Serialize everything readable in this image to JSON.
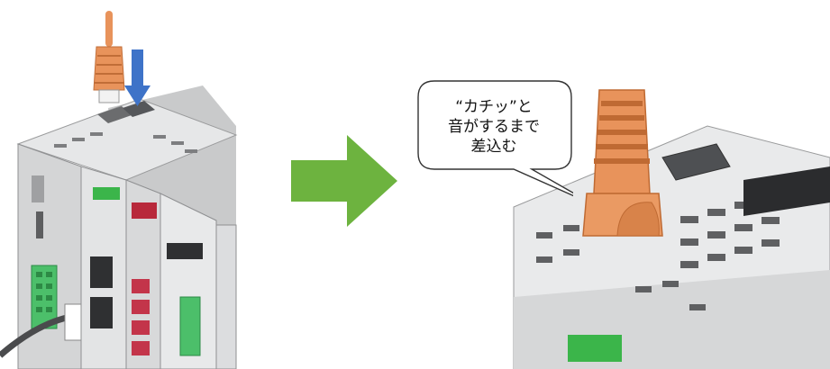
{
  "callout": {
    "lines": [
      "“カチッ”と",
      "音がするまで",
      "差込む"
    ]
  },
  "colors": {
    "connector_orange": "#E8935B",
    "down_arrow_blue": "#3E73C8",
    "step_arrow_green": "#6DB33F",
    "module_green": "#3BB54A",
    "module_red": "#B8293B",
    "module_gray": "#D9DADB"
  },
  "icons": {
    "insert_direction": "down-arrow-icon",
    "step_transition": "right-arrow-icon"
  }
}
